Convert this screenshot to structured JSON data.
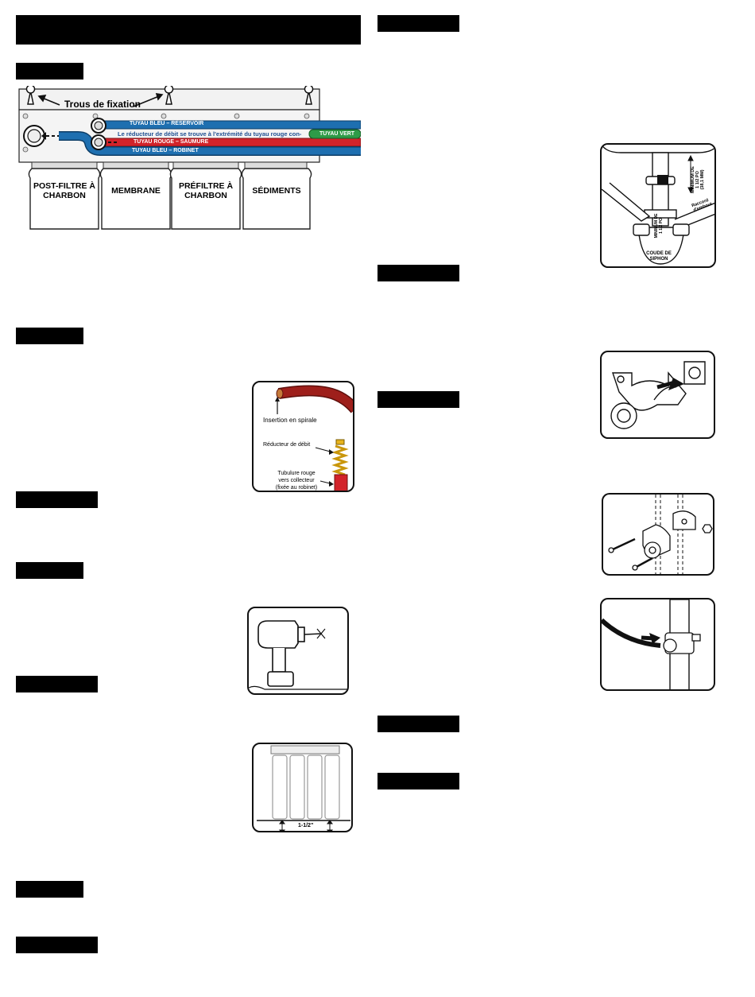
{
  "manifold": {
    "mounting_holes": "Trous de fixation",
    "tube_blue_reservoir": "TUYAU BLEU – RÉSERVOIR",
    "flow_note": "Le réducteur de débit se trouve à l'extrémité du tuyau rouge con-",
    "tube_green": "TUYAU VERT",
    "tube_red_brine": "TUYAU ROUGE – SAUMURE",
    "tube_blue_faucet": "TUYAU BLEU – ROBINET",
    "filters": [
      {
        "line1": "POST-FILTRE À",
        "line2": "CHARBON"
      },
      {
        "line1": "MEMBRANE",
        "line2": ""
      },
      {
        "line1": "PRÉFILTRE À",
        "line2": "CHARBON"
      },
      {
        "line1": "SÉDIMENTS",
        "line2": ""
      }
    ]
  },
  "flow_restrictor": {
    "spiral": "Insertion en spirale",
    "restrictor": "Réducteur de débit",
    "tubing_1": "Tubulure rouge",
    "tubing_2": "vers collecteur",
    "tubing_3": "(fixée au robinet)"
  },
  "clearance": {
    "dimension": "1-1/2\""
  },
  "drain": {
    "min_1": "MINIMUM DE",
    "min_2": "1 1/2 PO",
    "min_3": "(38,1 MM)",
    "tailpiece_1": "Raccord",
    "tailpiece_2": "d'embout",
    "min_side_1": "MINIMUM DE",
    "min_side_2": "1 1/2 PO",
    "trap_1": "COUDE DE",
    "trap_2": "SIPHON"
  },
  "colors": {
    "blue": "#1e6fb0",
    "red": "#d2232a",
    "green": "#2e9b48",
    "tube_dark_red": "#9e1f1b",
    "spring": "#e7b31c"
  }
}
